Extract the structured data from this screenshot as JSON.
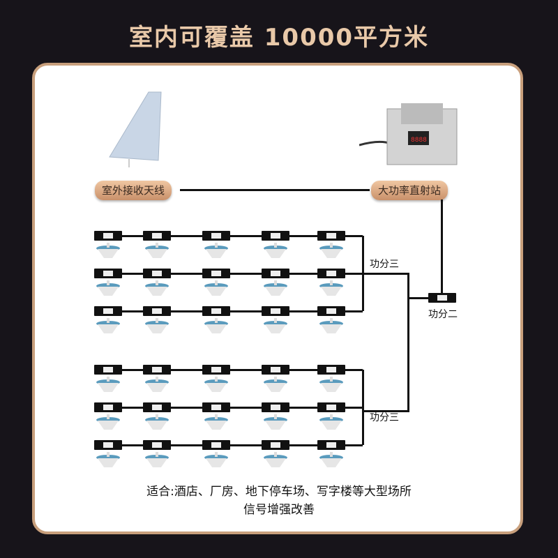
{
  "title": "室内可覆盖 10000平方米",
  "nodes": {
    "outdoor_antenna": "室外接收天线",
    "repeater": "大功率直射站",
    "splitter2": "功分二",
    "splitter3_top": "功分三",
    "splitter3_bottom": "功分三"
  },
  "footer": {
    "line1": "适合:酒店、厂房、地下停车场、写字楼等大型场所",
    "line2": "信号增强改善"
  },
  "colors": {
    "background": "#17141a",
    "accent": "#c89f7c",
    "antenna_blue": "#5a9bbd"
  }
}
